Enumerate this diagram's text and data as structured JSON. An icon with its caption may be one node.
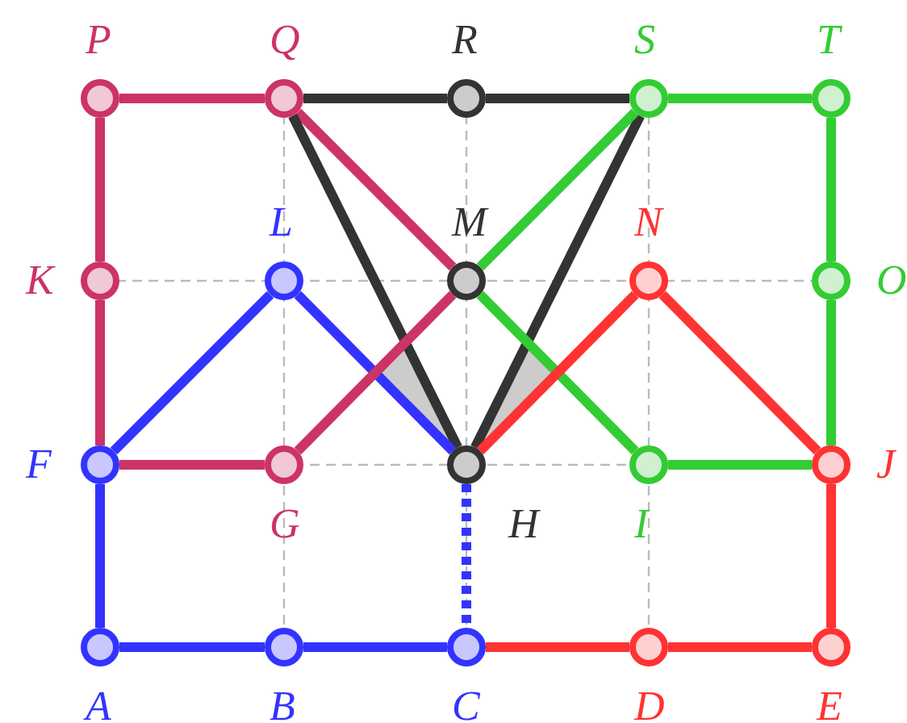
{
  "diagram": {
    "nodes": [
      {
        "text": [
          "P"
        ]
      },
      {
        "text": [
          "Q"
        ]
      },
      {
        "text": [
          "R"
        ]
      },
      {
        "text": [
          "S"
        ]
      },
      {
        "text": [
          "T"
        ]
      },
      {
        "text": [
          "K"
        ]
      },
      {
        "text": [
          "L"
        ]
      },
      {
        "text": [
          "M"
        ]
      },
      {
        "text": [
          "N"
        ]
      },
      {
        "text": [
          "O"
        ]
      },
      {
        "text": [
          "F"
        ]
      },
      {
        "text": [
          "G"
        ]
      },
      {
        "text": [
          "H"
        ]
      },
      {
        "text": [
          "I"
        ]
      },
      {
        "text": [
          "J"
        ]
      },
      {
        "text": [
          "A"
        ]
      },
      {
        "text": [
          "B"
        ]
      },
      {
        "text": [
          "C"
        ]
      },
      {
        "text": [
          "D"
        ]
      },
      {
        "text": [
          "E"
        ]
      }
    ],
    "edges": [
      {
        "from": 0,
        "to": 1,
        "arrow": "none",
        "color": "#cc3366"
      },
      {
        "from": 1,
        "to": 2,
        "arrow": "none",
        "color": "#333333"
      },
      {
        "from": 2,
        "to": 3,
        "arrow": "none",
        "color": "#333333"
      },
      {
        "from": 3,
        "to": 4,
        "arrow": "none",
        "color": "#33cc33"
      },
      {
        "from": 0,
        "to": 5,
        "arrow": "none",
        "color": "#cc3366"
      },
      {
        "from": 1,
        "to": 7,
        "arrow": "none",
        "color": "#cc3366"
      },
      {
        "from": 1,
        "to": 12,
        "arrow": "none",
        "color": "#333333"
      },
      {
        "from": 3,
        "to": 12,
        "arrow": "none",
        "color": "#333333"
      },
      {
        "from": 3,
        "to": 7,
        "arrow": "none",
        "color": "#33cc33"
      },
      {
        "from": 4,
        "to": 9,
        "arrow": "none",
        "color": "#33cc33"
      },
      {
        "from": 5,
        "to": 10,
        "arrow": "none",
        "color": "#cc3366"
      },
      {
        "from": 10,
        "to": 6,
        "arrow": "none",
        "color": "#3333ff"
      },
      {
        "from": 6,
        "to": 12,
        "arrow": "none",
        "color": "#3333ff"
      },
      {
        "from": 11,
        "to": 7,
        "arrow": "none",
        "color": "#cc3366"
      },
      {
        "from": 7,
        "to": 13,
        "arrow": "none",
        "color": "#33cc33"
      },
      {
        "from": 12,
        "to": 8,
        "arrow": "none",
        "color": "#ff3333"
      },
      {
        "from": 8,
        "to": 14,
        "arrow": "none",
        "color": "#ff3333"
      },
      {
        "from": 9,
        "to": 14,
        "arrow": "none",
        "color": "#33cc33"
      },
      {
        "from": 10,
        "to": 11,
        "arrow": "none",
        "color": "#cc3366"
      },
      {
        "from": 13,
        "to": 14,
        "arrow": "none",
        "color": "#33cc33"
      },
      {
        "from": 10,
        "to": 15,
        "arrow": "none",
        "color": "#3333ff"
      },
      {
        "from": 12,
        "to": 17,
        "arrow": "none",
        "style": "dashed",
        "color": "#3333ff"
      },
      {
        "from": 14,
        "to": 19,
        "arrow": "none",
        "color": "#ff3333"
      },
      {
        "from": 15,
        "to": 16,
        "arrow": "none",
        "color": "#3333ff"
      },
      {
        "from": 16,
        "to": 17,
        "arrow": "none",
        "color": "#3333ff"
      },
      {
        "from": 17,
        "to": 18,
        "arrow": "none",
        "color": "#ff3333"
      },
      {
        "from": 18,
        "to": 19,
        "arrow": "none",
        "color": "#ff3333"
      }
    ]
  }
}
